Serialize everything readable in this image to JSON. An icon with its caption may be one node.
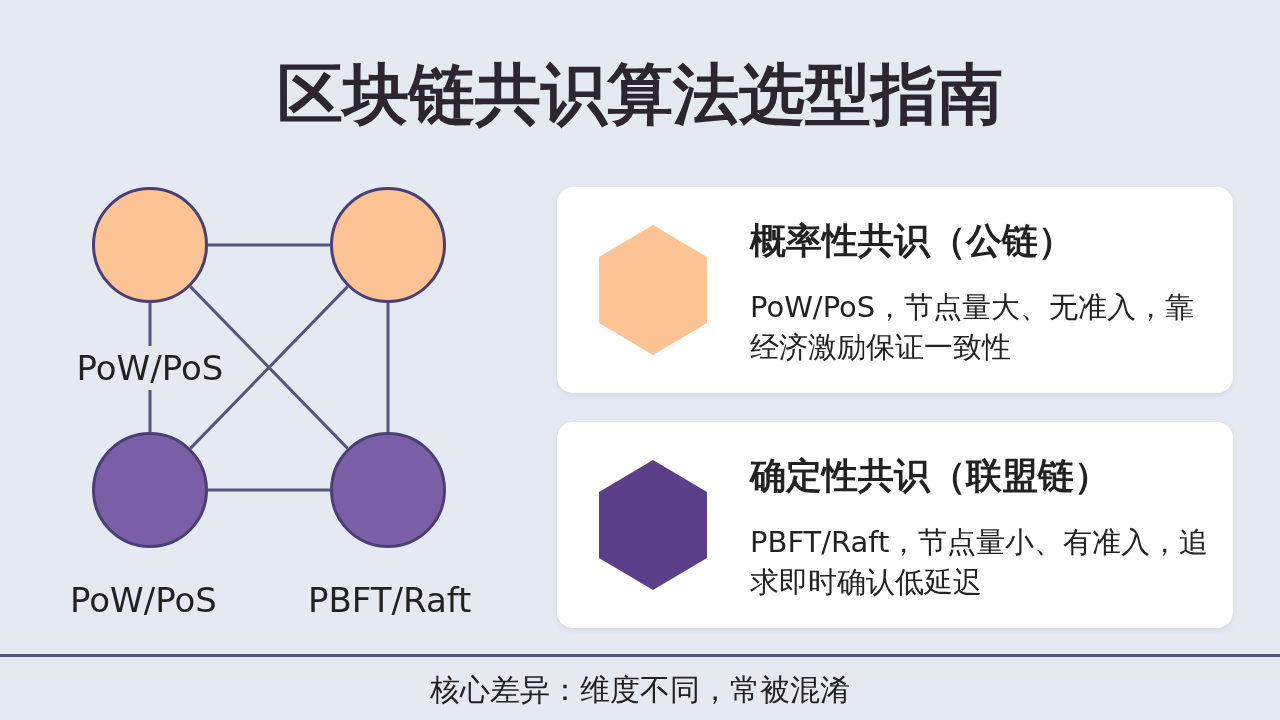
{
  "diagram": {
    "title": "区块链共识算法选型指南",
    "caption": "核心差异：维度不同，常被混淆",
    "nodes": [
      {
        "text": [],
        "shape": "circle"
      },
      {
        "text": [],
        "shape": "circle"
      },
      {
        "text": [],
        "shape": "circle",
        "beside": [
          "PoW/PoS"
        ]
      },
      {
        "text": [],
        "shape": "circle",
        "beside": [
          "PBFT/Raft"
        ]
      },
      {
        "text": [
          "概率性共识（公链）",
          "PoW/PoS，节点量大、无准入，靠经济激励保证一致性"
        ]
      },
      {
        "text": [
          "确定性共识（联盟链）",
          "PBFT/Raft，节点量小、有准入，追求即时确认低延迟"
        ]
      }
    ],
    "edges": [
      {
        "from": 0,
        "to": 1,
        "arrow": "none"
      },
      {
        "from": 0,
        "to": 2,
        "arrow": "none",
        "label": "PoW/PoS"
      },
      {
        "from": 1,
        "to": 3,
        "arrow": "none"
      },
      {
        "from": 2,
        "to": 3,
        "arrow": "none"
      },
      {
        "from": 0,
        "to": 3,
        "arrow": "none"
      },
      {
        "from": 1,
        "to": 2,
        "arrow": "none"
      }
    ]
  }
}
